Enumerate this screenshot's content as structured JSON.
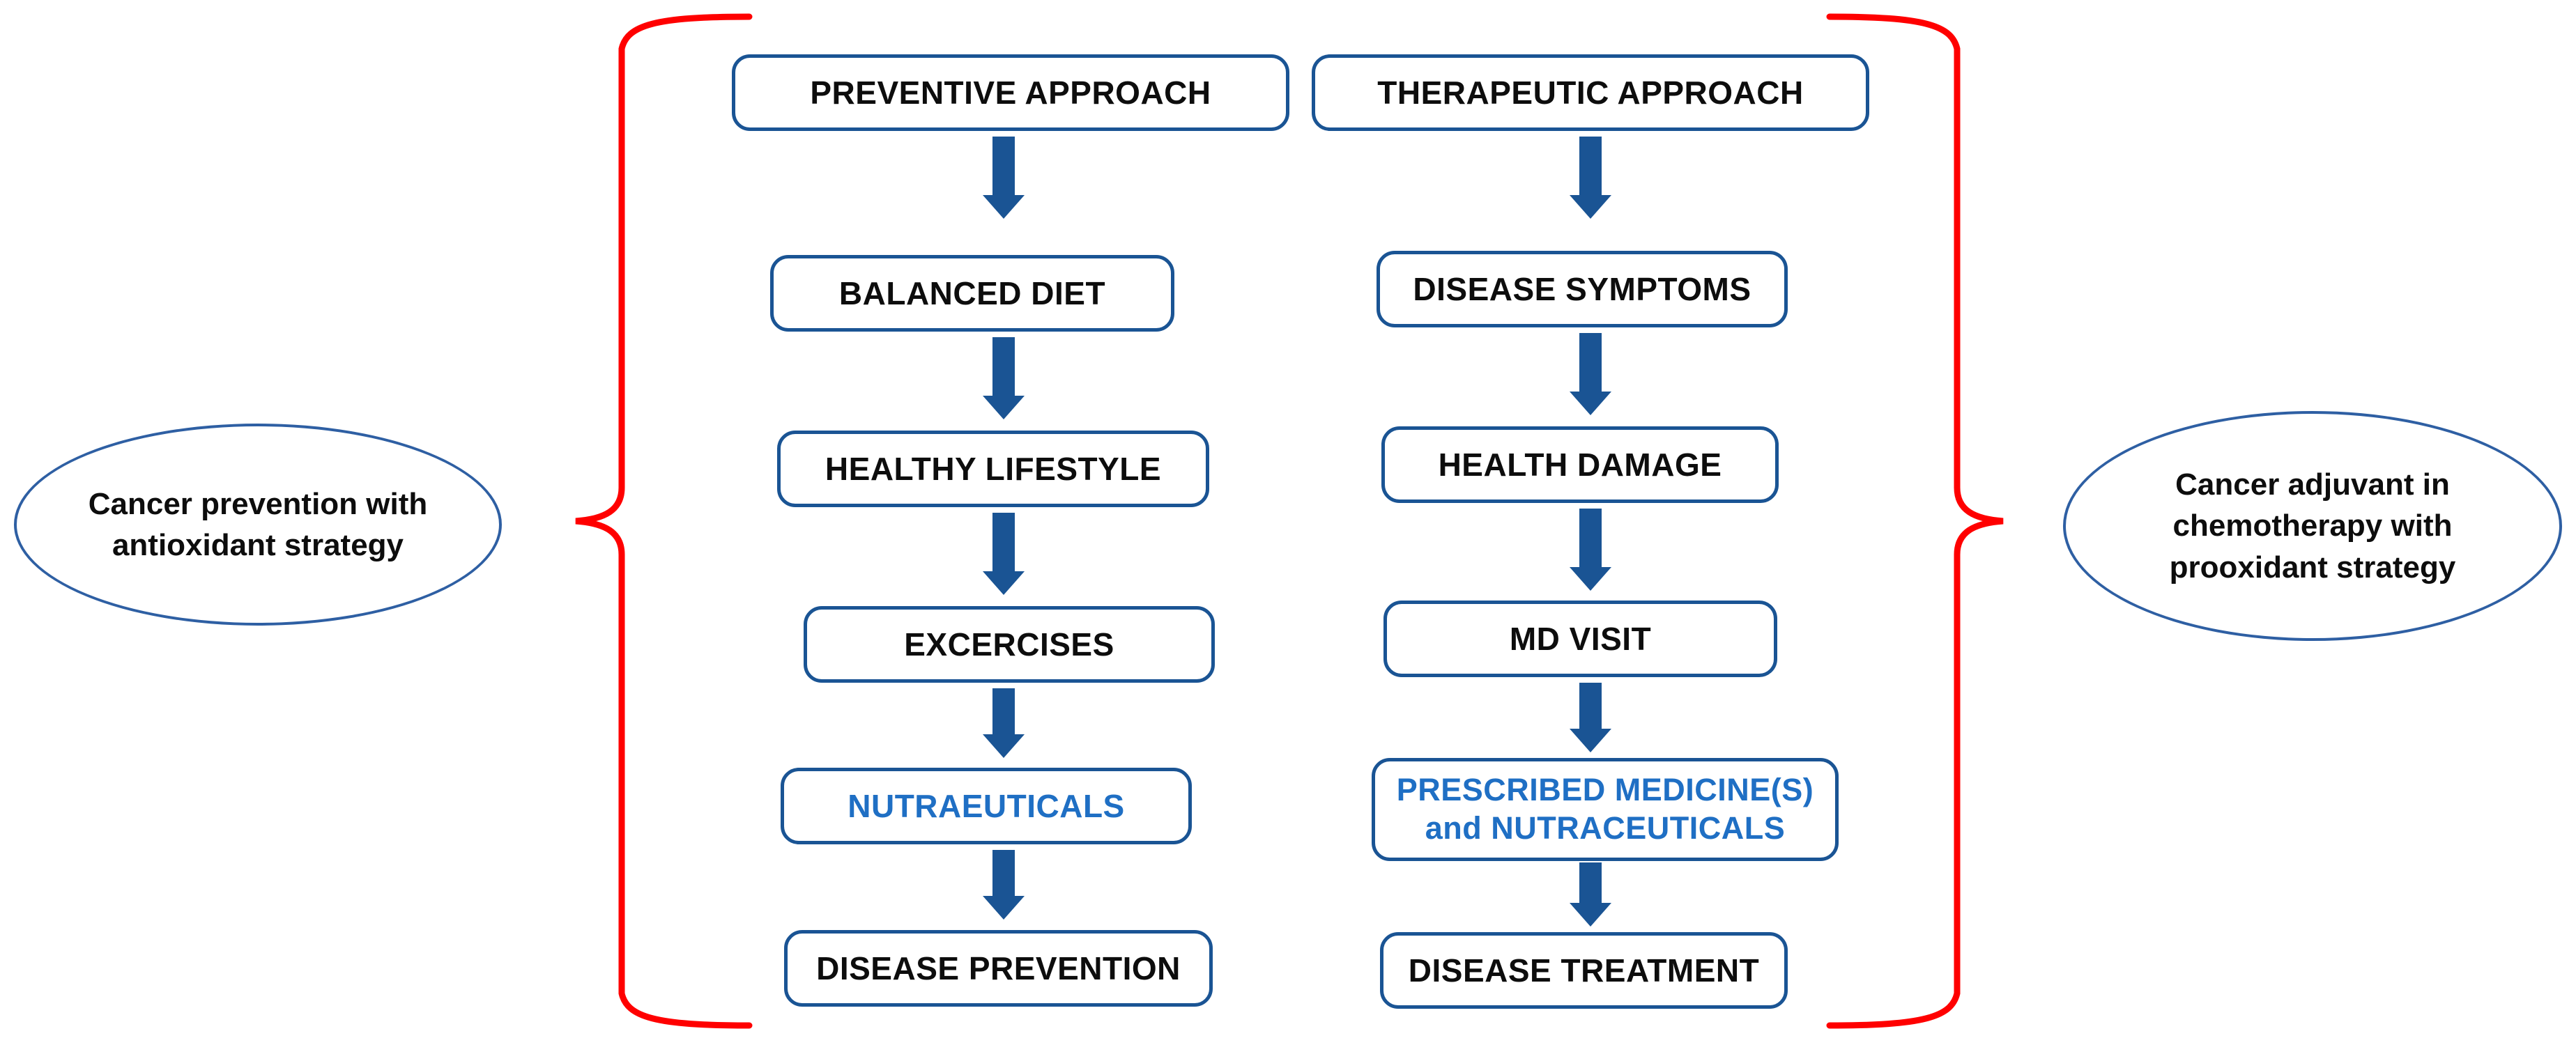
{
  "diagram": {
    "title": "Preventive vs Therapeutic Approach Flowchart",
    "accent_blue": "#1F6FC4",
    "border_blue": "#1A5494",
    "brace_red": "#FF0000",
    "ellipse_blue": "#2E5FA3",
    "text_black": "#0D0D0D"
  },
  "left_column": {
    "header": "PREVENTIVE APPROACH",
    "steps": [
      {
        "label": "BALANCED DIET",
        "accent": false
      },
      {
        "label": "HEALTHY LIFESTYLE",
        "accent": false
      },
      {
        "label": "EXCERCISES",
        "accent": false
      },
      {
        "label": "NUTRAEUTICALS",
        "accent": true
      },
      {
        "label": "DISEASE PREVENTION",
        "accent": false
      }
    ]
  },
  "right_column": {
    "header": "THERAPEUTIC APPROACH",
    "steps": [
      {
        "label": "DISEASE SYMPTOMS",
        "accent": false
      },
      {
        "label": "HEALTH DAMAGE",
        "accent": false
      },
      {
        "label": "MD VISIT",
        "accent": false
      },
      {
        "label": "PRESCRIBED MEDICINE(S)\nand  NUTRACEUTICALS",
        "accent": true
      },
      {
        "label": "DISEASE TREATMENT",
        "accent": false
      }
    ]
  },
  "callouts": {
    "left": "Cancer prevention with\nantioxidant strategy",
    "right": "Cancer adjuvant in\nchemotherapy with\nprooxidant strategy"
  }
}
